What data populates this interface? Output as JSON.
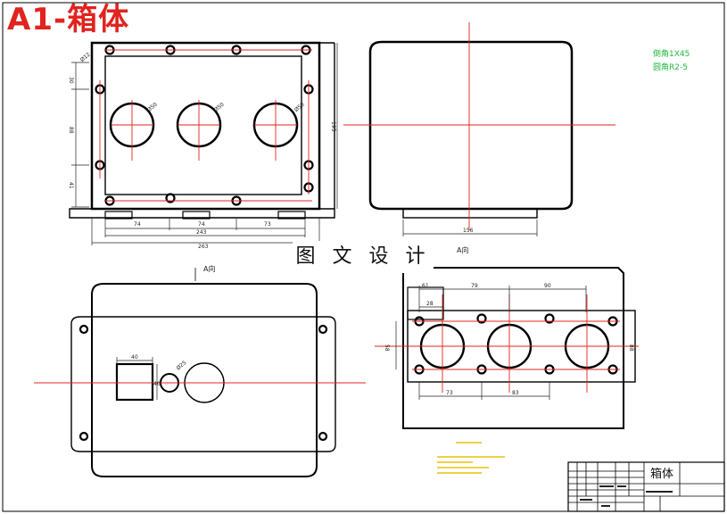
{
  "drawing": {
    "title": "A1-箱体",
    "watermark": "图 文 设 计",
    "title_block_name": "箱体",
    "notes": {
      "chamfer": "倒角1X45",
      "fillet": "圆角R2-5"
    },
    "view_labels": {
      "a_view_top": "A向",
      "a_view_bottom": "A向"
    },
    "dims_front": {
      "d1": "74",
      "d2": "74",
      "d3": "73",
      "overall_inner": "243",
      "overall": "263",
      "h1": "30",
      "h2": "88",
      "h3": "41",
      "height": "195",
      "hole": "Ø50",
      "corner": "Ø12"
    },
    "dims_side": {
      "base": "156"
    },
    "dims_rightview": {
      "d1": "61",
      "d2": "79",
      "d3": "90",
      "d4": "28",
      "d5": "73",
      "d6": "83",
      "h1": "58",
      "h2": "88"
    },
    "dims_leftview": {
      "w": "40",
      "h": "40",
      "hole": "Ø25"
    },
    "colors": {
      "line": "#000000",
      "center": "#e0241f",
      "dim": "#222222",
      "note": "#1fb83c",
      "yellow": "#e6c20a"
    }
  }
}
